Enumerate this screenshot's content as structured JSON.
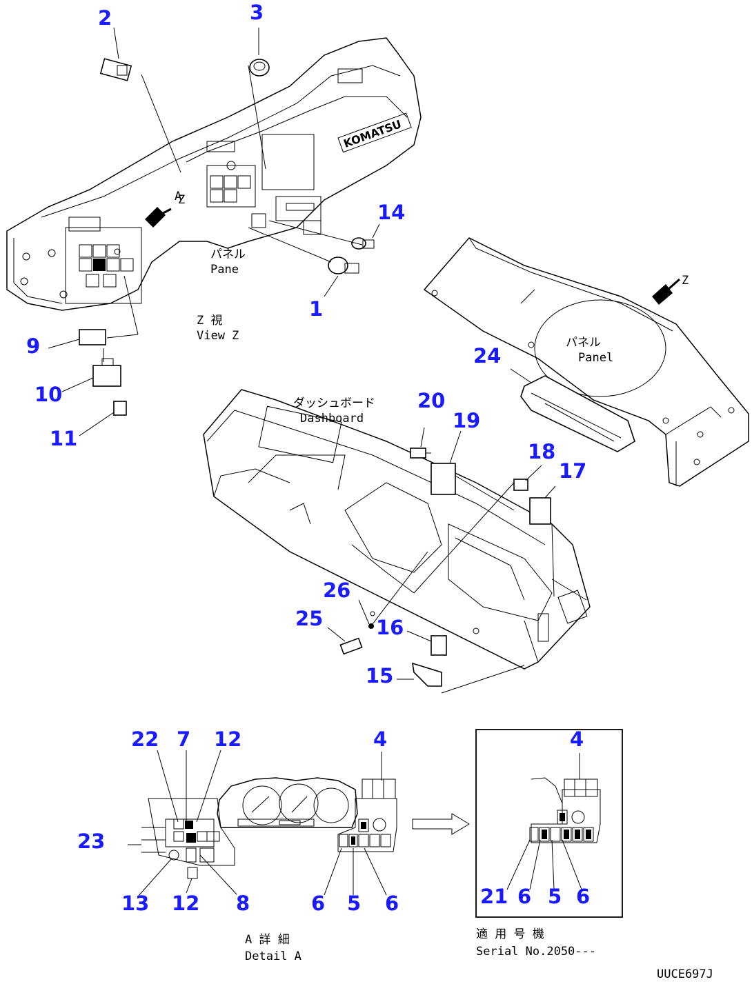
{
  "callouts": [
    {
      "label": "2"
    },
    {
      "label": "3"
    },
    {
      "label": "14"
    },
    {
      "label": "1"
    },
    {
      "label": "9"
    },
    {
      "label": "10"
    },
    {
      "label": "11"
    },
    {
      "label": "24"
    },
    {
      "label": "20"
    },
    {
      "label": "19"
    },
    {
      "label": "18"
    },
    {
      "label": "17"
    },
    {
      "label": "26"
    },
    {
      "label": "25"
    },
    {
      "label": "16"
    },
    {
      "label": "15"
    },
    {
      "label": "22"
    },
    {
      "label": "7"
    },
    {
      "label": "12"
    },
    {
      "label": "4"
    },
    {
      "label": "23"
    },
    {
      "label": "13"
    },
    {
      "label": "12"
    },
    {
      "label": "8"
    },
    {
      "label": "6"
    },
    {
      "label": "5"
    },
    {
      "label": "6"
    },
    {
      "label": "4"
    },
    {
      "label": "21"
    },
    {
      "label": "6"
    },
    {
      "label": "5"
    },
    {
      "label": "6"
    }
  ],
  "captions": {
    "panel_left_jp": "パネル",
    "panel_left_en": "Pane",
    "view_jp": "Z 視",
    "view_en": "View Z",
    "arrow_z": "Z",
    "panel_right_jp": "パネル",
    "panel_right_en": "Panel",
    "dash_jp": "ダッシュボード",
    "dash_en": "Dashboard",
    "detail_jp": "A 詳 細",
    "detail_en": "Detail A",
    "serial_jp": "適 用 号 機",
    "serial_en": "Serial No.2050---",
    "view_label_a": "A",
    "drawing_code": "UUCE697J"
  }
}
